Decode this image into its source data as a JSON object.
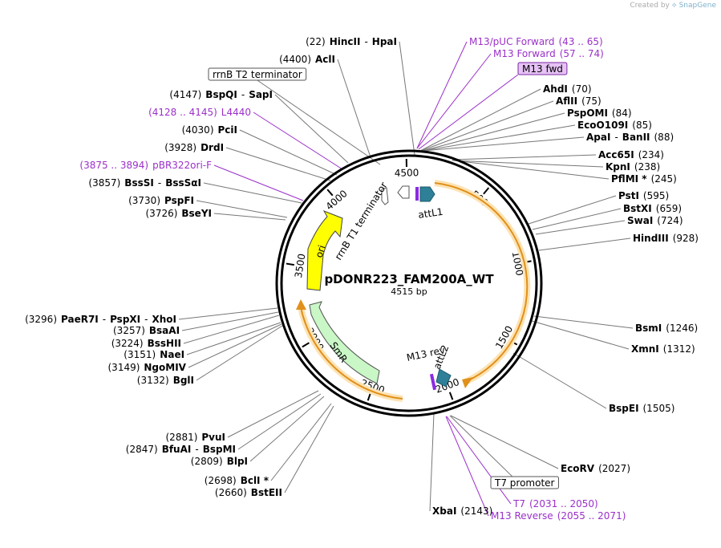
{
  "credit": {
    "prefix": "Created by",
    "brand": "SnapGene"
  },
  "plasmid": {
    "name": "pDONR223_FAM200A_WT",
    "length_label": "4515 bp",
    "length": 4515
  },
  "ticks": [
    "500",
    "1000",
    "1500",
    "2000",
    "2500",
    "3000",
    "3500",
    "4000",
    "4500"
  ],
  "features": [
    {
      "name": "attL1",
      "color": "#2d8098"
    },
    {
      "name": "attL2",
      "color": "#2d8098"
    },
    {
      "name": "rrnB T1 terminator",
      "color": "#ffffff"
    },
    {
      "name": "ori",
      "color": "#ffff00"
    },
    {
      "name": "SmR",
      "color": "#c9f7c6"
    },
    {
      "name": "M13 rev",
      "color": "#8a2be2"
    }
  ],
  "labels": [
    {
      "parts": [
        {
          "t": "(22)",
          "s": "pos"
        },
        {
          "t": "HincII",
          "s": "name"
        },
        {
          "t": "-",
          "s": "pos"
        },
        {
          "t": "HpaI",
          "s": "name"
        }
      ]
    },
    {
      "parts": [
        {
          "t": "(4400)",
          "s": "pos"
        },
        {
          "t": "AclI",
          "s": "name"
        }
      ]
    },
    {
      "parts": [
        {
          "t": "rrnB T2 terminator",
          "s": "box"
        }
      ]
    },
    {
      "parts": [
        {
          "t": "(4147)",
          "s": "pos"
        },
        {
          "t": "BspQI",
          "s": "name"
        },
        {
          "t": "-",
          "s": "pos"
        },
        {
          "t": "SapI",
          "s": "name"
        }
      ]
    },
    {
      "parts": [
        {
          "t": "(4128 .. 4145)",
          "s": "purple"
        },
        {
          "t": "L4440",
          "s": "purple"
        }
      ]
    },
    {
      "parts": [
        {
          "t": "(4030)",
          "s": "pos"
        },
        {
          "t": "PciI",
          "s": "name"
        }
      ]
    },
    {
      "parts": [
        {
          "t": "(3928)",
          "s": "pos"
        },
        {
          "t": "DrdI",
          "s": "name"
        }
      ]
    },
    {
      "parts": [
        {
          "t": "(3875 .. 3894)",
          "s": "purple"
        },
        {
          "t": "pBR322ori-F",
          "s": "purple"
        }
      ]
    },
    {
      "parts": [
        {
          "t": "(3857)",
          "s": "pos"
        },
        {
          "t": "BssSI",
          "s": "name"
        },
        {
          "t": "-",
          "s": "pos"
        },
        {
          "t": "BssSαI",
          "s": "name"
        }
      ]
    },
    {
      "parts": [
        {
          "t": "(3730)",
          "s": "pos"
        },
        {
          "t": "PspFI",
          "s": "name"
        }
      ]
    },
    {
      "parts": [
        {
          "t": "(3726)",
          "s": "pos"
        },
        {
          "t": "BseYI",
          "s": "name"
        }
      ]
    },
    {
      "parts": [
        {
          "t": "(3296)",
          "s": "pos"
        },
        {
          "t": "PaeR7I",
          "s": "name"
        },
        {
          "t": "-",
          "s": "pos"
        },
        {
          "t": "PspXI",
          "s": "name"
        },
        {
          "t": "-",
          "s": "pos"
        },
        {
          "t": "XhoI",
          "s": "name"
        }
      ]
    },
    {
      "parts": [
        {
          "t": "(3257)",
          "s": "pos"
        },
        {
          "t": "BsaAI",
          "s": "name"
        }
      ]
    },
    {
      "parts": [
        {
          "t": "(3224)",
          "s": "pos"
        },
        {
          "t": "BssHII",
          "s": "name"
        }
      ]
    },
    {
      "parts": [
        {
          "t": "(3151)",
          "s": "pos"
        },
        {
          "t": "NaeI",
          "s": "name"
        }
      ]
    },
    {
      "parts": [
        {
          "t": "(3149)",
          "s": "pos"
        },
        {
          "t": "NgoMIV",
          "s": "name"
        }
      ]
    },
    {
      "parts": [
        {
          "t": "(3132)",
          "s": "pos"
        },
        {
          "t": "BglI",
          "s": "name"
        }
      ]
    },
    {
      "parts": [
        {
          "t": "(2881)",
          "s": "pos"
        },
        {
          "t": "PvuI",
          "s": "name"
        }
      ]
    },
    {
      "parts": [
        {
          "t": "(2847)",
          "s": "pos"
        },
        {
          "t": "BfuAI",
          "s": "name"
        },
        {
          "t": "-",
          "s": "pos"
        },
        {
          "t": "BspMI",
          "s": "name"
        }
      ]
    },
    {
      "parts": [
        {
          "t": "(2809)",
          "s": "pos"
        },
        {
          "t": "BlpI",
          "s": "name"
        }
      ]
    },
    {
      "parts": [
        {
          "t": "(2698)",
          "s": "pos"
        },
        {
          "t": "BclI *",
          "s": "name"
        }
      ]
    },
    {
      "parts": [
        {
          "t": "(2660)",
          "s": "pos"
        },
        {
          "t": "BstEII",
          "s": "name"
        }
      ]
    },
    {
      "parts": [
        {
          "t": "XbaI",
          "s": "name"
        },
        {
          "t": "(2143)",
          "s": "pos"
        }
      ]
    },
    {
      "parts": [
        {
          "t": "M13 Reverse",
          "s": "purple"
        },
        {
          "t": "(2055 .. 2071)",
          "s": "purple"
        }
      ]
    },
    {
      "parts": [
        {
          "t": "T7",
          "s": "purple"
        },
        {
          "t": "(2031 .. 2050)",
          "s": "purple"
        }
      ]
    },
    {
      "parts": [
        {
          "t": "T7 promoter",
          "s": "box"
        }
      ]
    },
    {
      "parts": [
        {
          "t": "EcoRV",
          "s": "name"
        },
        {
          "t": "(2027)",
          "s": "pos"
        }
      ]
    },
    {
      "parts": [
        {
          "t": "BspEI",
          "s": "name"
        },
        {
          "t": "(1505)",
          "s": "pos"
        }
      ]
    },
    {
      "parts": [
        {
          "t": "XmnI",
          "s": "name"
        },
        {
          "t": "(1312)",
          "s": "pos"
        }
      ]
    },
    {
      "parts": [
        {
          "t": "BsmI",
          "s": "name"
        },
        {
          "t": "(1246)",
          "s": "pos"
        }
      ]
    },
    {
      "parts": [
        {
          "t": "HindIII",
          "s": "name"
        },
        {
          "t": "(928)",
          "s": "pos"
        }
      ]
    },
    {
      "parts": [
        {
          "t": "SwaI",
          "s": "name"
        },
        {
          "t": "(724)",
          "s": "pos"
        }
      ]
    },
    {
      "parts": [
        {
          "t": "BstXI",
          "s": "name"
        },
        {
          "t": "(659)",
          "s": "pos"
        }
      ]
    },
    {
      "parts": [
        {
          "t": "PstI",
          "s": "name"
        },
        {
          "t": "(595)",
          "s": "pos"
        }
      ]
    },
    {
      "parts": [
        {
          "t": "PflMI *",
          "s": "name"
        },
        {
          "t": "(245)",
          "s": "pos"
        }
      ]
    },
    {
      "parts": [
        {
          "t": "KpnI",
          "s": "name"
        },
        {
          "t": "(238)",
          "s": "pos"
        }
      ]
    },
    {
      "parts": [
        {
          "t": "Acc65I",
          "s": "name"
        },
        {
          "t": "(234)",
          "s": "pos"
        }
      ]
    },
    {
      "parts": [
        {
          "t": "ApaI",
          "s": "name"
        },
        {
          "t": "-",
          "s": "pos"
        },
        {
          "t": "BanII",
          "s": "name"
        },
        {
          "t": "(88)",
          "s": "pos"
        }
      ]
    },
    {
      "parts": [
        {
          "t": "EcoO109I",
          "s": "name"
        },
        {
          "t": "(85)",
          "s": "pos"
        }
      ]
    },
    {
      "parts": [
        {
          "t": "PspOMI",
          "s": "name"
        },
        {
          "t": "(84)",
          "s": "pos"
        }
      ]
    },
    {
      "parts": [
        {
          "t": "AflII",
          "s": "name"
        },
        {
          "t": "(75)",
          "s": "pos"
        }
      ]
    },
    {
      "parts": [
        {
          "t": "AhdI",
          "s": "name"
        },
        {
          "t": "(70)",
          "s": "pos"
        }
      ]
    },
    {
      "parts": [
        {
          "t": "M13 fwd",
          "s": "pbox"
        }
      ]
    },
    {
      "parts": [
        {
          "t": "M13 Forward",
          "s": "purple"
        },
        {
          "t": "(57 .. 74)",
          "s": "purple"
        }
      ]
    },
    {
      "parts": [
        {
          "t": "M13/pUC Forward",
          "s": "purple"
        },
        {
          "t": "(43 .. 65)",
          "s": "purple"
        }
      ]
    }
  ],
  "colors": {
    "purple": "#9b30c9",
    "orange": "#f5a623",
    "label_box_border": "#555555",
    "fwd_box_fill": "#e6c2f5"
  }
}
